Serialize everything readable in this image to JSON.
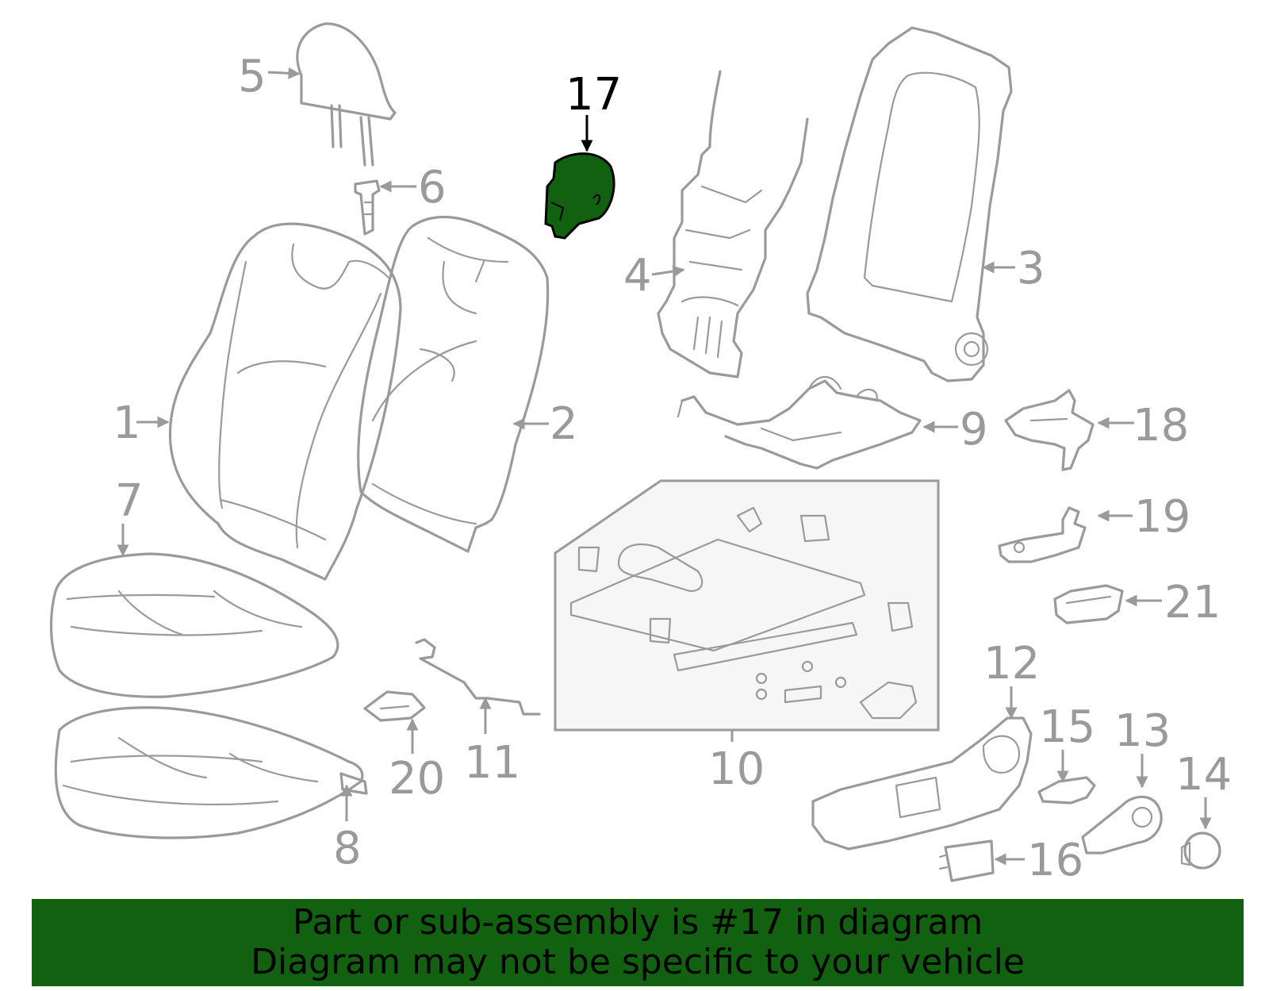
{
  "banner": {
    "line1": "Part or sub-assembly is #17 in diagram",
    "line2": "Diagram may not be specific to your vehicle"
  },
  "highlight": {
    "part_number": "17",
    "color": "#116111"
  },
  "callouts": [
    "1",
    "2",
    "3",
    "4",
    "5",
    "6",
    "7",
    "8",
    "9",
    "10",
    "11",
    "12",
    "13",
    "14",
    "15",
    "16",
    "17",
    "18",
    "19",
    "20",
    "21"
  ],
  "colors": {
    "line": "#9a9a9a",
    "banner": "#116111",
    "inset_fill": "#f6f6f6"
  }
}
